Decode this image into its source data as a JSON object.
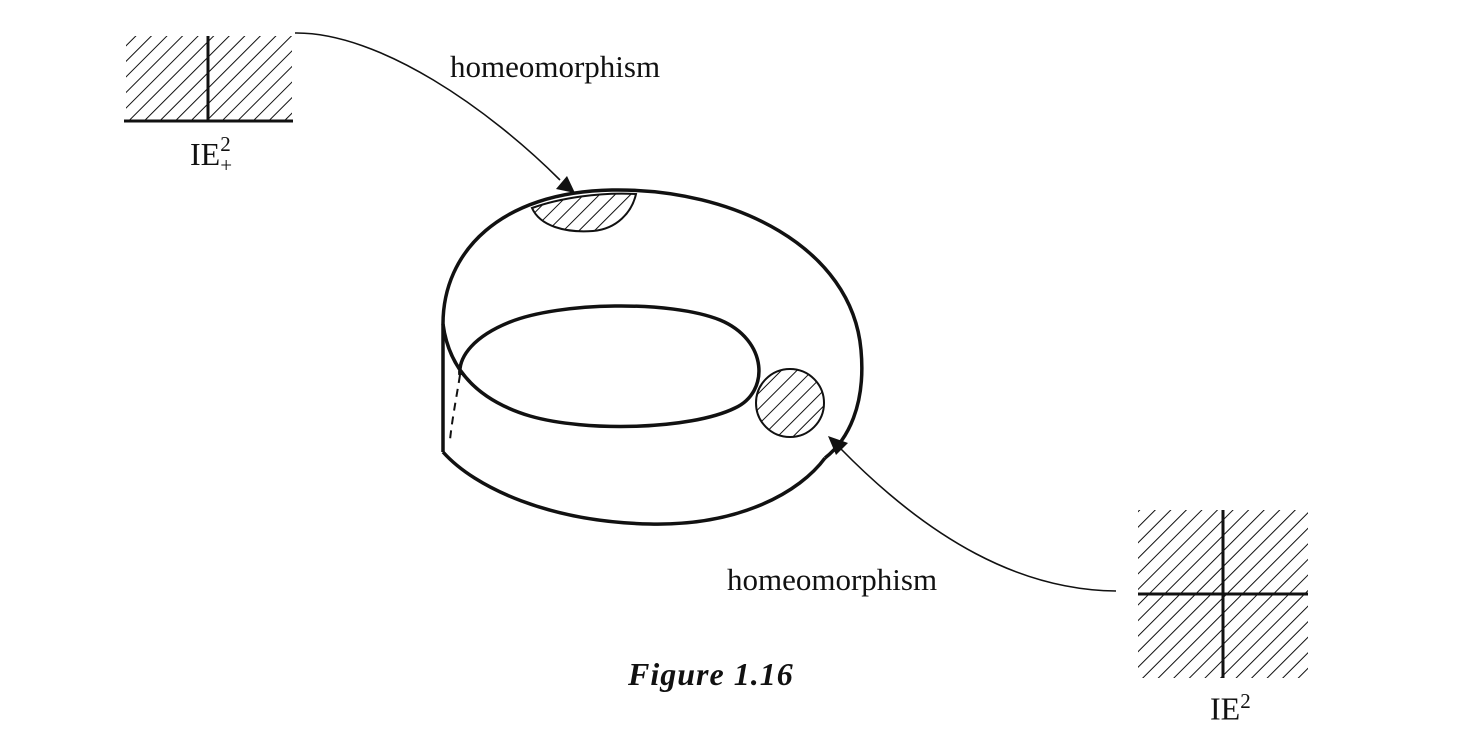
{
  "labels": {
    "homeomorphism_top": "homeomorphism",
    "homeomorphism_bottom": "homeomorphism",
    "half_plane": {
      "base": "IE",
      "sup": "2",
      "sub": "+"
    },
    "plane": {
      "base": "IE",
      "sup": "2"
    },
    "caption": "Figure 1.16"
  },
  "colors": {
    "ink": "#111111",
    "background": "#ffffff"
  }
}
